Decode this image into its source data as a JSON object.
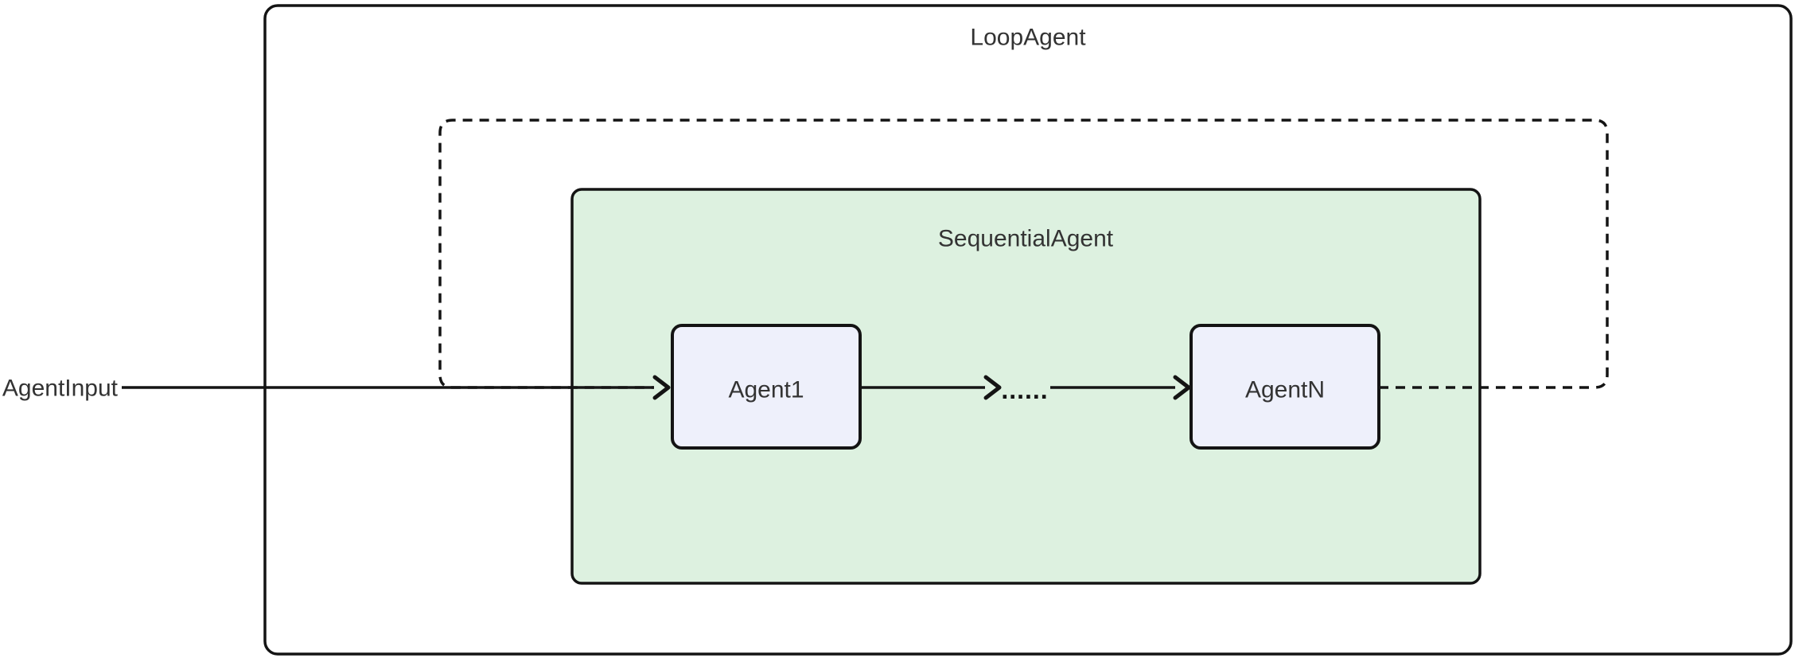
{
  "diagram": {
    "loop_agent": {
      "label": "LoopAgent"
    },
    "sequential_agent": {
      "label": "SequentialAgent"
    },
    "agent1": {
      "label": "Agent1"
    },
    "agent_n": {
      "label": "AgentN"
    },
    "input": {
      "label": "AgentInput"
    },
    "edge_dots": {
      "label": "......"
    }
  },
  "colors": {
    "background": "#ffffff",
    "stroke": "#141414",
    "text": "#333333",
    "sequential_fill": "#ddf1e0",
    "node_fill": "#eef0fb"
  }
}
